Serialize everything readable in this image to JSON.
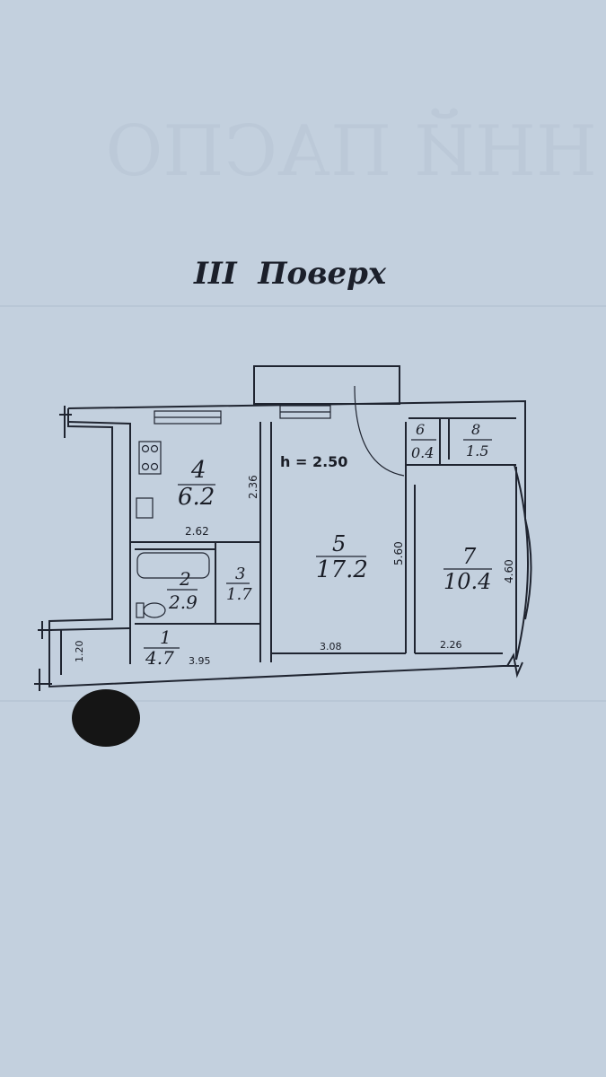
{
  "document": {
    "floor_title": "III  Поверх",
    "ceiling_height": "h = 2.50"
  },
  "rooms": [
    {
      "number": "1",
      "area": "4.7"
    },
    {
      "number": "2",
      "area": "2.9"
    },
    {
      "number": "3",
      "area": "1.7"
    },
    {
      "number": "4",
      "area": "6.2"
    },
    {
      "number": "5",
      "area": "17.2"
    },
    {
      "number": "6",
      "area": "0.4"
    },
    {
      "number": "7",
      "area": "10.4"
    },
    {
      "number": "8",
      "area": "1.5"
    }
  ],
  "dimensions": {
    "room4_height": "2.36",
    "room4_width": "2.62",
    "room5_height": "5.60",
    "room5_width": "3.08",
    "room7_height": "4.60",
    "room7_width": "2.26",
    "room1_width": "3.95",
    "room1_height": "1.20"
  },
  "colors": {
    "paper": "#c3d0de",
    "ink": "#1f2430"
  }
}
